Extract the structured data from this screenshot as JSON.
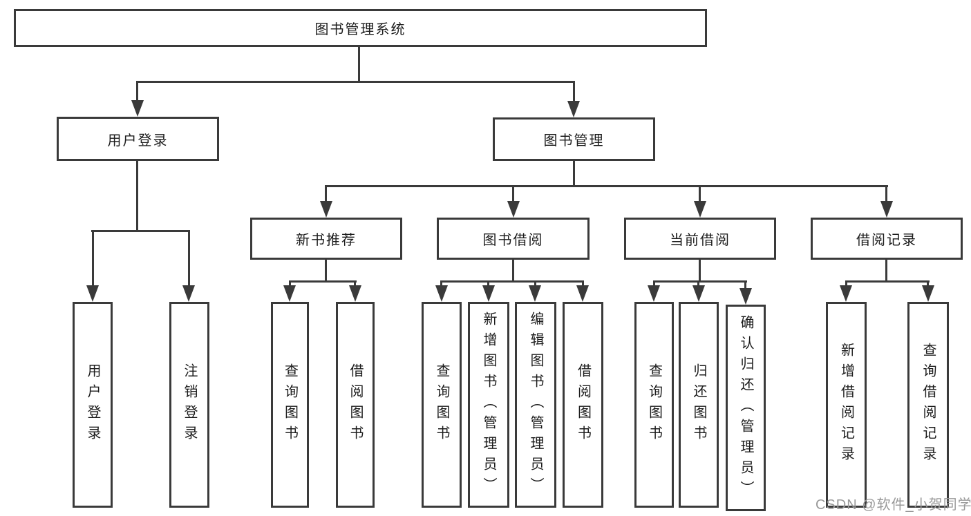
{
  "diagram": {
    "root": "图书管理系统",
    "branches": {
      "user_login": "用户登录",
      "book_mgmt": "图书管理"
    },
    "modules": {
      "new_books": "新书推荐",
      "book_borrow": "图书借阅",
      "current_borrow": "当前借阅",
      "borrow_records": "借阅记录"
    },
    "leaves": {
      "user_login": "用户登录",
      "logout": "注销登录",
      "nb_query": "查询图书",
      "nb_borrow": "借阅图书",
      "bb_query": "查询图书",
      "bb_add": "新增图书（管理员）",
      "bb_edit": "编辑图书（管理员）",
      "bb_borrow": "借阅图书",
      "cb_query": "查询图书",
      "cb_return": "归还图书",
      "cb_confirm": "确认归还（管理员）",
      "br_add": "新增借阅记录",
      "br_query": "查询借阅记录"
    },
    "colors": {
      "line": "#3a3a3a",
      "text": "#1c1c1c",
      "background": "#ffffff",
      "watermark": "#999999"
    }
  },
  "watermark": "CSDN @软件_小贺同学"
}
